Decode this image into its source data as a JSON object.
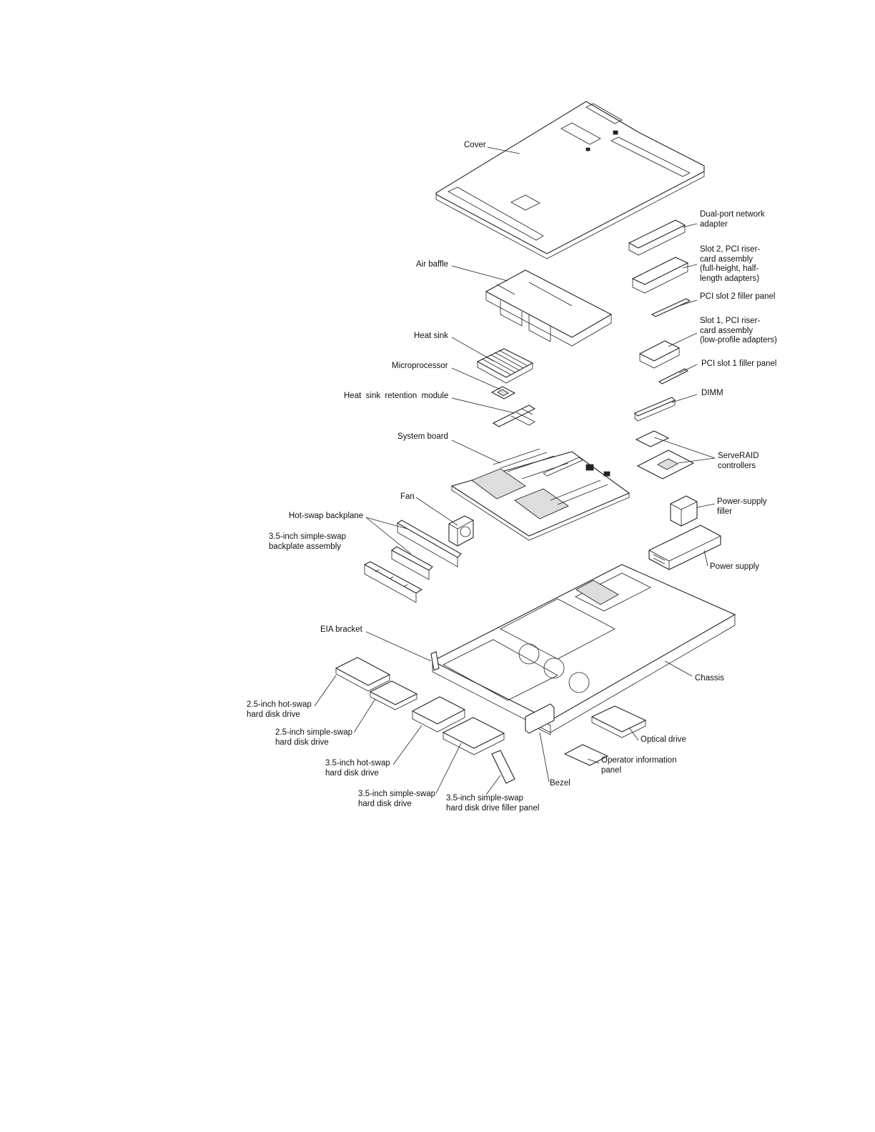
{
  "labels": {
    "cover": "Cover",
    "dual_port_network_adapter": "Dual-port network\nadapter",
    "slot2_riser": "Slot 2, PCI riser-\ncard assembly\n(full-height, half-\nlength adapters)",
    "air_baffle": "Air baffle",
    "pci_slot2_filler": "PCI slot 2 filler panel",
    "slot1_riser": "Slot 1, PCI riser-\ncard assembly\n(low-profile adapters)",
    "heat_sink": "Heat sink",
    "pci_slot1_filler": "PCI slot 1 filler panel",
    "microprocessor": "Microprocessor",
    "dimm": "DIMM",
    "heat_sink_retention_module": "Heat  sink  retention  module",
    "system_board": "System board",
    "serveraid_controllers": "ServeRAID\ncontrollers",
    "fan": "Fan",
    "power_supply_filler": "Power-supply\nfiller",
    "hot_swap_backplane": "Hot-swap backplane",
    "backplate_assembly": "3.5-inch simple-swap\nbackplate assembly",
    "power_supply": "Power supply",
    "eia_bracket": "EIA bracket",
    "chassis": "Chassis",
    "hdd_25_hot_swap": "2.5-inch hot-swap\nhard disk drive",
    "hdd_25_simple_swap": "2.5-inch simple-swap\nhard disk drive",
    "optical_drive": "Optical drive",
    "hdd_35_hot_swap": "3.5-inch hot-swap\nhard disk drive",
    "operator_info_panel": "Operator information\npanel",
    "bezel": "Bezel",
    "hdd_35_simple_swap": "3.5-inch simple-swap\nhard disk drive",
    "hdd_35_filler_panel": "3.5-inch simple-swap\nhard disk drive filler panel"
  }
}
